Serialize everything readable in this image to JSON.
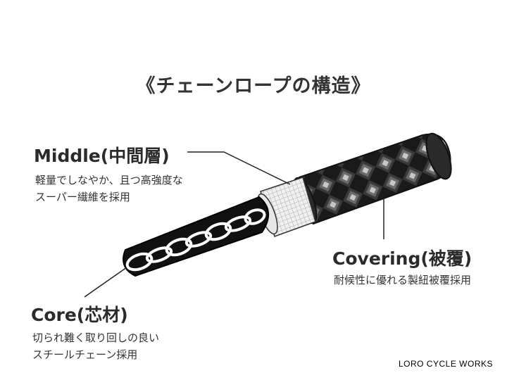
{
  "title": "《チェーンロープの構造》",
  "middle": {
    "heading": "Middle(中間層)",
    "desc_line1": "軽量でしなやか、且つ高強度な",
    "desc_line2": "スーパー繊維を採用"
  },
  "covering": {
    "heading": "Covering(被覆)",
    "desc_line1": "耐候性に優れる製紐被覆採用"
  },
  "core": {
    "heading": "Core(芯材)",
    "desc_line1": "切られ難く取り回しの良い",
    "desc_line2": "スチールチェーン採用"
  },
  "credit": "LORO CYCLE WORKS"
}
